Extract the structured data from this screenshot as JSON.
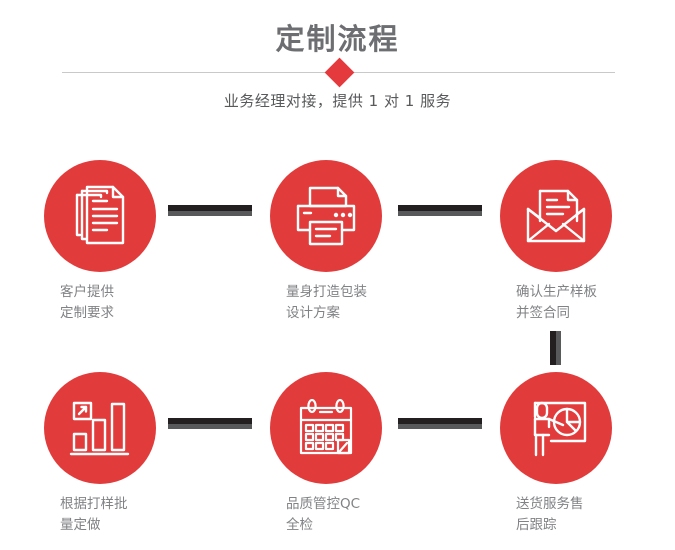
{
  "header": {
    "title": "定制流程",
    "subtitle": "业务经理对接，提供 1 对 1 服务",
    "divider_icon": "red-diamond",
    "title_color": "#6d6e71",
    "accent_color": "#e43a3d"
  },
  "theme": {
    "circle_color": "#e23b3b",
    "connector_dark": "#231f20",
    "connector_gray": "#58595b",
    "label_color": "#808285",
    "background": "#ffffff"
  },
  "steps": [
    {
      "index": "1",
      "icon": "documents-stack-icon",
      "label": "客户提供\n定制要求"
    },
    {
      "index": "2",
      "icon": "printer-icon",
      "label": "量身打造包装\n设计方案"
    },
    {
      "index": "3",
      "icon": "envelope-document-icon",
      "label": "确认生产样板\n并签合同"
    },
    {
      "index": "4",
      "icon": "bar-chart-growth-icon",
      "label": "根据打样批\n量定做"
    },
    {
      "index": "5",
      "icon": "calendar-icon",
      "label": "品质管控QC\n全检"
    },
    {
      "index": "6",
      "icon": "presenter-pie-chart-icon",
      "label": "送货服务售\n后跟踪"
    }
  ],
  "connectors": [
    {
      "name": "connector-step1-step2",
      "orientation": "horizontal"
    },
    {
      "name": "connector-step2-step3",
      "orientation": "horizontal"
    },
    {
      "name": "connector-step3-step4",
      "orientation": "vertical"
    },
    {
      "name": "connector-step4-step5",
      "orientation": "horizontal"
    },
    {
      "name": "connector-step5-step6",
      "orientation": "horizontal"
    }
  ]
}
